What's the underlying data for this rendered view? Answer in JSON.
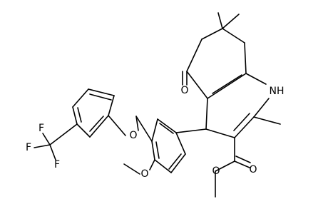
{
  "diagram": {
    "type": "chemical-structure",
    "atom_labels": {
      "nh": "NH",
      "ketone_o": "O",
      "ether_o": "O",
      "methoxy_o": "O",
      "ester_carbonyl_o": "O",
      "ester_o": "O",
      "f1": "F",
      "f2": "F",
      "f3": "F"
    }
  }
}
